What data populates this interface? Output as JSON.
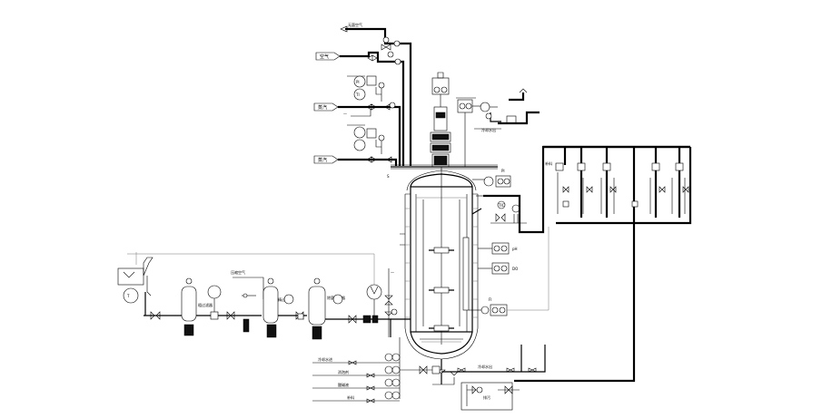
{
  "diagram": {
    "inlet_labels": [
      "空气",
      "蒸汽",
      "蒸汽"
    ],
    "top_line_label": "无菌空气",
    "right_top_label": "冷却水出",
    "right_mid_label": "补料",
    "left_filter_labels": [
      "粗过滤器",
      "精过滤器",
      "除菌过滤器"
    ],
    "left_air_label": "压缩空气",
    "bottom_labels": [
      "冷却水进",
      "消泡剂",
      "酸碱液",
      "补料"
    ],
    "bottom_center_label": "冷却水出",
    "bottom_box_label": "排污",
    "gauge_labels": [
      "PI",
      "TI",
      "PI",
      "TIC",
      "PIC",
      "FI"
    ],
    "probe_labels": [
      "pH",
      "DO"
    ]
  }
}
